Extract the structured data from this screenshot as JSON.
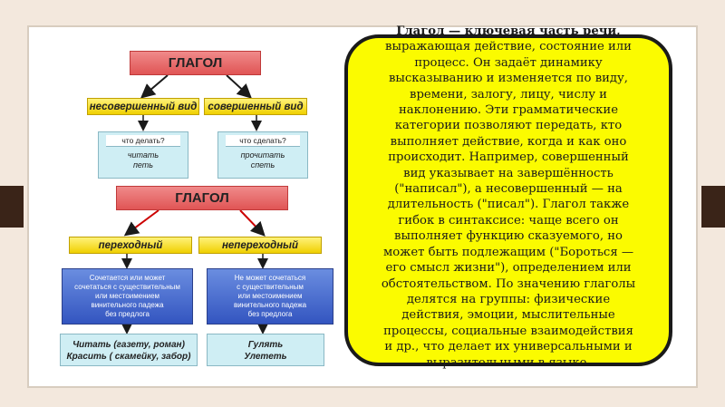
{
  "diagram": {
    "top_header": "ГЛАГОЛ",
    "aspect_imperfective": "несовершенный вид",
    "aspect_perfective": "совершенный вид",
    "question_imperfective": "что делать?",
    "examples_imperfective": [
      "читать",
      "петь"
    ],
    "question_perfective": "что сделать?",
    "examples_perfective": [
      "прочитать",
      "спеть"
    ],
    "second_header": "ГЛАГОЛ",
    "transitive": "переходный",
    "intransitive": "непереходный",
    "transitive_desc": [
      "Сочетается или может",
      "сочетаться с существительным",
      "или местоимением",
      "винительного падежа",
      "без предлога"
    ],
    "intransitive_desc": [
      "Не может сочетаться",
      "с существительным",
      "или местоимением",
      "винительного падежа",
      "без предлога"
    ],
    "transitive_examples": [
      "Читать (газету, роман)",
      "Красить ( скамейку, забор)"
    ],
    "intransitive_examples": [
      "Гулять",
      "Улететь"
    ]
  },
  "text": {
    "lines": [
      "Глагол — ключевая часть речи,",
      "выражающая действие, состояние или",
      "процесс. Он задаёт динамику",
      "высказыванию и изменяется по виду,",
      "времени, залогу, лицу, числу и",
      "наклонению. Эти грамматические",
      "категории позволяют передать, кто",
      "выполняет действие, когда и как оно",
      "происходит. Например, совершенный",
      "вид указывает на завершённость",
      "(\"написал\"), а несовершенный — на",
      "длительность (\"писал\"). Глагол также",
      "гибок в синтаксисе: чаще всего он",
      "выполняет функцию сказуемого, но",
      "может быть подлежащим (\"Бороться —",
      "его смысл жизни\"), определением или",
      "обстоятельством. По значению глаголы",
      "делятся на группы: физические",
      "действия, эмоции, мыслительные",
      "процессы, социальные взаимодействия",
      "и др., что делает их универсальными и",
      "выразительными в языке."
    ]
  },
  "colors": {
    "red_box": "#e05555",
    "yellow_box": "#f0d000",
    "blue_box": "#3355c0",
    "callout": "#fbfb00",
    "side_tab": "#3a2418"
  }
}
